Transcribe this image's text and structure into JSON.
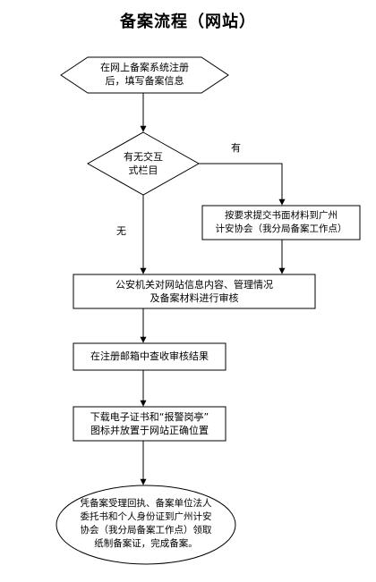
{
  "title": "备案流程（网站）",
  "nodes": {
    "start": [
      "在网上备案系统注册",
      "后，填写备案信息"
    ],
    "decision": [
      "有无交互",
      "式栏目"
    ],
    "submit": [
      "按要求提交书面材料到广州",
      "计安协会（我分局备案工作点）"
    ],
    "review": [
      "公安机关对网站信息内容、管理情况",
      "及备案材料进行审核"
    ],
    "check": [
      "在注册邮箱中查收审核结果"
    ],
    "download": [
      "下载电子证书和“报警岗亭”",
      "图标并放置于网站正确位置"
    ],
    "end": [
      "凭备案受理回执、备案单位法人",
      "委托书和个人身份证到广州计安",
      "协会（我分局备案工作点）领取",
      "纸制备案证，完成备案。"
    ]
  },
  "edges": {
    "yes": "有",
    "no": "无"
  }
}
